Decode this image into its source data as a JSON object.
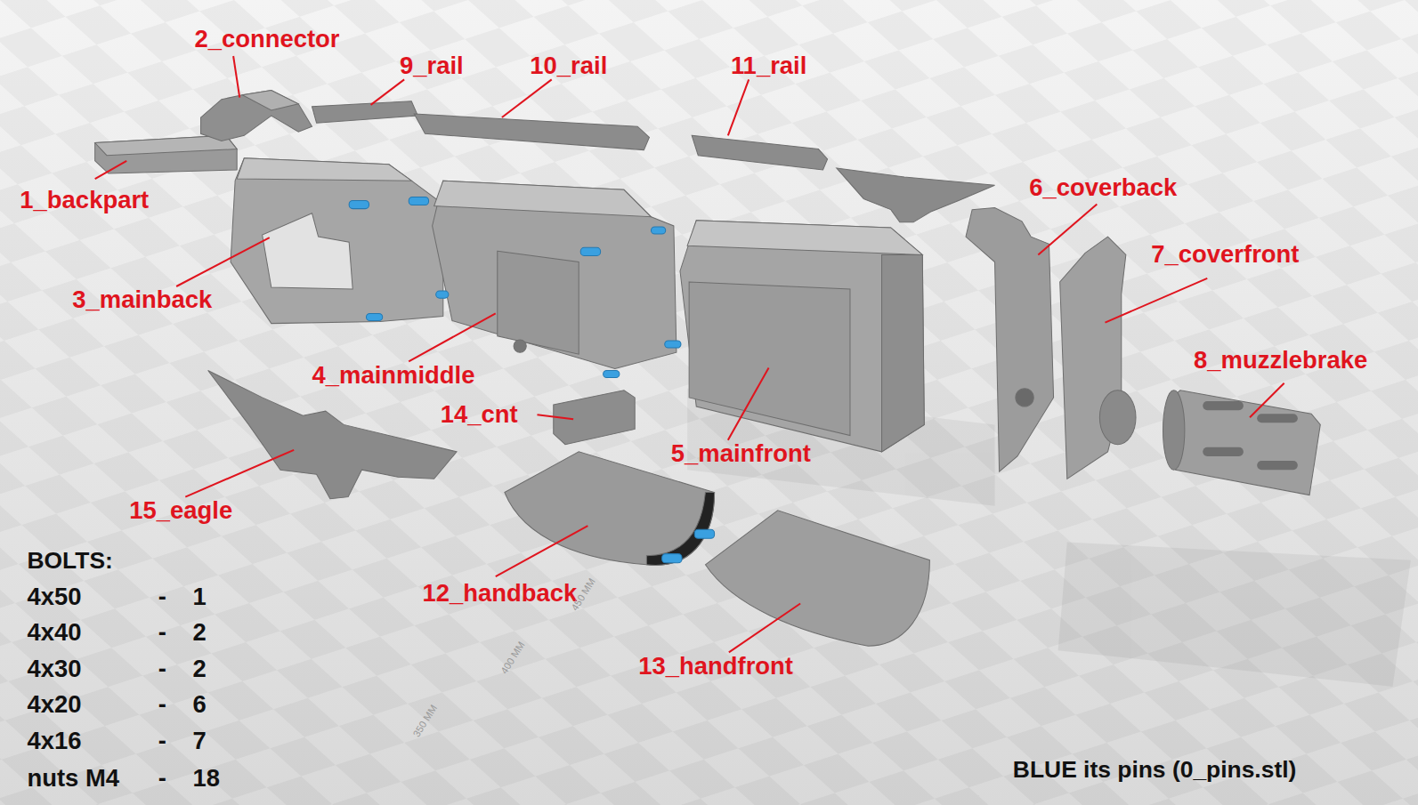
{
  "diagram": {
    "labels": [
      "2_connector",
      "9_rail",
      "10_rail",
      "11_rail",
      "1_backpart",
      "6_coverback",
      "7_coverfront",
      "3_mainback",
      "8_muzzlebrake",
      "4_mainmiddle",
      "14_cnt",
      "5_mainfront",
      "15_eagle",
      "12_handback",
      "13_handfront",
      "BOLTS:",
      "4x50",
      "-",
      "1",
      "4x40",
      "-",
      "2",
      "4x30",
      "-",
      "2",
      "4x20",
      "-",
      "6",
      "4x16",
      "-",
      "7",
      "nuts M4",
      "-",
      "18",
      "BLUE its pins (0_pins.stl)",
      "450 MM",
      "400 MM",
      "350 MM"
    ]
  }
}
